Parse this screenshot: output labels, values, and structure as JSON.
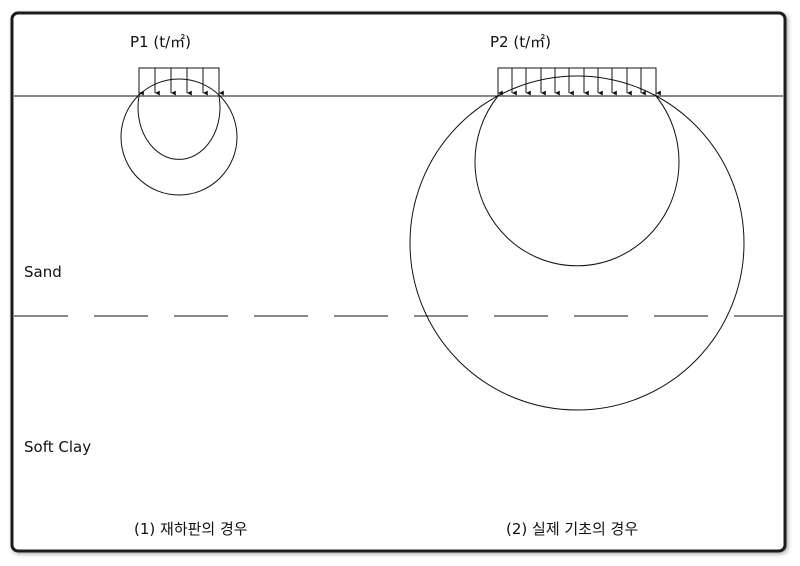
{
  "loads": {
    "p1": "P1  (t/㎡)",
    "p2": "P2  (t/㎡)"
  },
  "layers": {
    "sand": "Sand",
    "soft_clay": "Soft Clay"
  },
  "captions": {
    "case1": "(1) 재하판의 경우",
    "case2": "(2) 실제 기초의 경우"
  }
}
